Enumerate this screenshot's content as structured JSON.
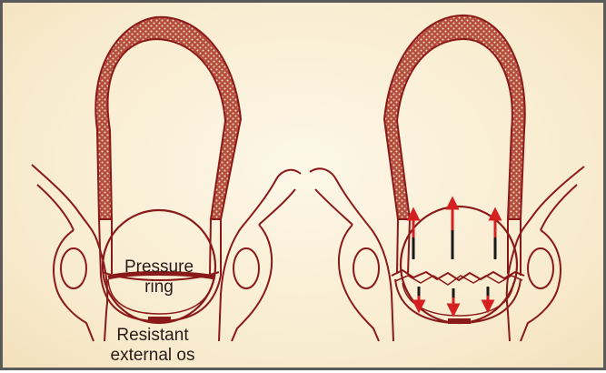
{
  "labels": {
    "pressure": "Pressure",
    "ring": "ring",
    "resistant": "Resistant",
    "external_os": "external os"
  },
  "colors": {
    "outline": "#8a1a1a",
    "uterus_fill": "#b04a3c",
    "arrow_red": "#d42020",
    "arrow_black": "#1a1a1a",
    "background": "#f8ebcd",
    "frame": "#5a5a5a"
  }
}
